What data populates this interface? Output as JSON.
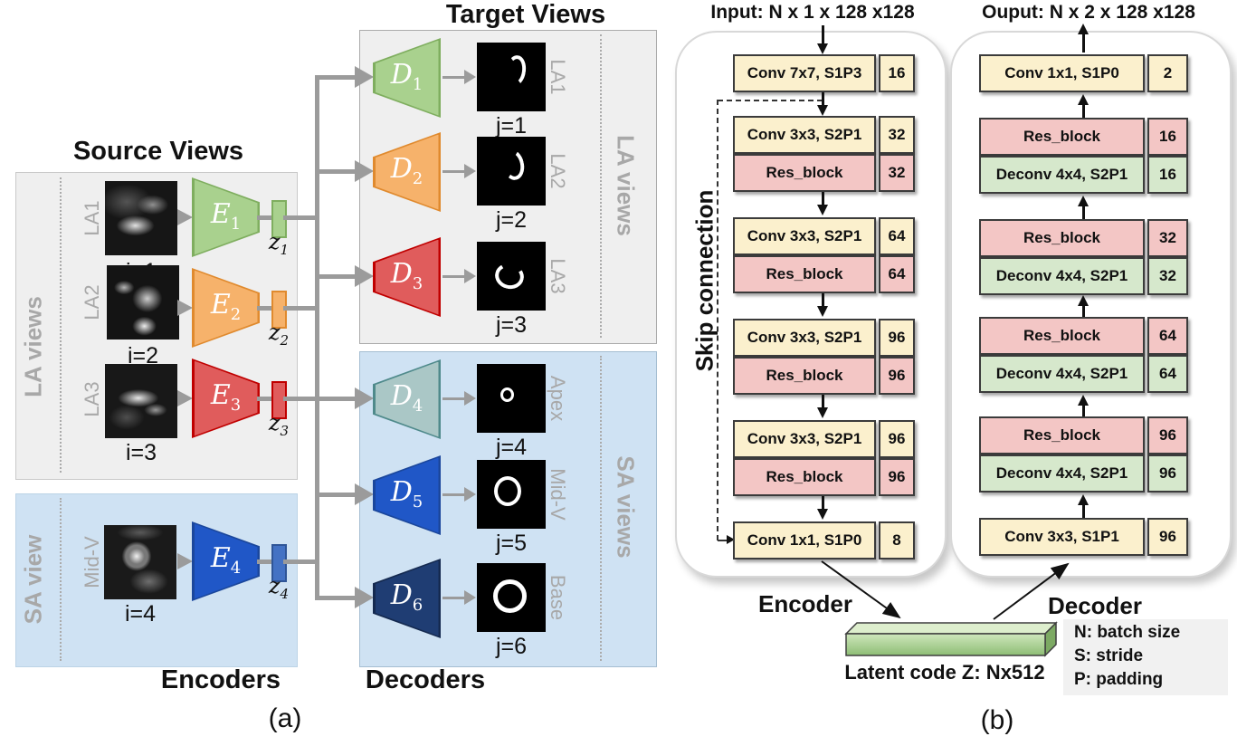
{
  "panel_a": {
    "label": "(a)",
    "source_title": "Source Views",
    "target_title": "Target Views",
    "encoders_caption": "Encoders",
    "decoders_caption": "Decoders",
    "source_group_labels": {
      "la": "LA views",
      "sa": "SA view"
    },
    "target_group_labels": {
      "la": "LA views",
      "sa": "SA views"
    },
    "sources": [
      {
        "view": "LA1",
        "index": "i=1",
        "encoder": "E",
        "encoder_sub": "1",
        "code": "z",
        "code_sub": "1"
      },
      {
        "view": "LA2",
        "index": "i=2",
        "encoder": "E",
        "encoder_sub": "2",
        "code": "z",
        "code_sub": "2"
      },
      {
        "view": "LA3",
        "index": "i=3",
        "encoder": "E",
        "encoder_sub": "3",
        "code": "z",
        "code_sub": "3"
      },
      {
        "view": "Mid-V",
        "index": "i=4",
        "encoder": "E",
        "encoder_sub": "4",
        "code": "z",
        "code_sub": "4"
      }
    ],
    "targets": [
      {
        "decoder": "D",
        "decoder_sub": "1",
        "view": "LA1",
        "index": "j=1"
      },
      {
        "decoder": "D",
        "decoder_sub": "2",
        "view": "LA2",
        "index": "j=2"
      },
      {
        "decoder": "D",
        "decoder_sub": "3",
        "view": "LA3",
        "index": "j=3"
      },
      {
        "decoder": "D",
        "decoder_sub": "4",
        "view": "Apex",
        "index": "j=4"
      },
      {
        "decoder": "D",
        "decoder_sub": "5",
        "view": "Mid-V",
        "index": "j=5"
      },
      {
        "decoder": "D",
        "decoder_sub": "6",
        "view": "Base",
        "index": "j=6"
      }
    ]
  },
  "panel_b": {
    "label": "(b)",
    "input_caption": "Input: N x 1 x 128 x128",
    "output_caption": "Ouput: N x 2 x 128 x128",
    "skip_caption": "Skip connection",
    "encoder_caption": "Encoder",
    "decoder_caption": "Decoder",
    "latent_caption": "Latent code Z: Nx512",
    "legend": [
      "N: batch size",
      "S: stride",
      "P: padding"
    ],
    "encoder_layers": [
      {
        "label": "Conv 7x7, S1P3",
        "channels": "16",
        "kind": "conv"
      },
      {
        "label": "Conv 3x3, S2P1",
        "channels": "32",
        "kind": "conv"
      },
      {
        "label": "Res_block",
        "channels": "32",
        "kind": "res"
      },
      {
        "label": "Conv 3x3, S2P1",
        "channels": "64",
        "kind": "conv"
      },
      {
        "label": "Res_block",
        "channels": "64",
        "kind": "res"
      },
      {
        "label": "Conv 3x3, S2P1",
        "channels": "96",
        "kind": "conv"
      },
      {
        "label": "Res_block",
        "channels": "96",
        "kind": "res"
      },
      {
        "label": "Conv 3x3, S2P1",
        "channels": "96",
        "kind": "conv"
      },
      {
        "label": "Res_block",
        "channels": "96",
        "kind": "res"
      },
      {
        "label": "Conv 1x1, S1P0",
        "channels": "8",
        "kind": "conv"
      }
    ],
    "decoder_layers": [
      {
        "label": "Conv 1x1, S1P0",
        "channels": "2",
        "kind": "conv"
      },
      {
        "label": "Res_block",
        "channels": "16",
        "kind": "res"
      },
      {
        "label": "Deconv 4x4, S2P1",
        "channels": "16",
        "kind": "deconv"
      },
      {
        "label": "Res_block",
        "channels": "32",
        "kind": "res"
      },
      {
        "label": "Deconv 4x4, S2P1",
        "channels": "32",
        "kind": "deconv"
      },
      {
        "label": "Res_block",
        "channels": "64",
        "kind": "res"
      },
      {
        "label": "Deconv 4x4, S2P1",
        "channels": "64",
        "kind": "deconv"
      },
      {
        "label": "Res_block",
        "channels": "96",
        "kind": "res"
      },
      {
        "label": "Deconv 4x4, S2P1",
        "channels": "96",
        "kind": "deconv"
      },
      {
        "label": "Conv 3x3, S1P1",
        "channels": "96",
        "kind": "conv"
      }
    ]
  },
  "colors": {
    "green": "#a9d18e",
    "orange": "#f6b26b",
    "red": "#e05c5c",
    "teal": "#aac7c6",
    "blue": "#2057c7",
    "navy": "#1f3d73",
    "z4_blue": "#4472c4",
    "la_panel_bg": "#efefef",
    "sa_panel_bg": "#cfe2f3",
    "conv_box": "#fbf0cd",
    "res_box": "#f3c6c5",
    "deconv_box": "#d6e8cc",
    "connector_gray": "#9b9b9b"
  }
}
